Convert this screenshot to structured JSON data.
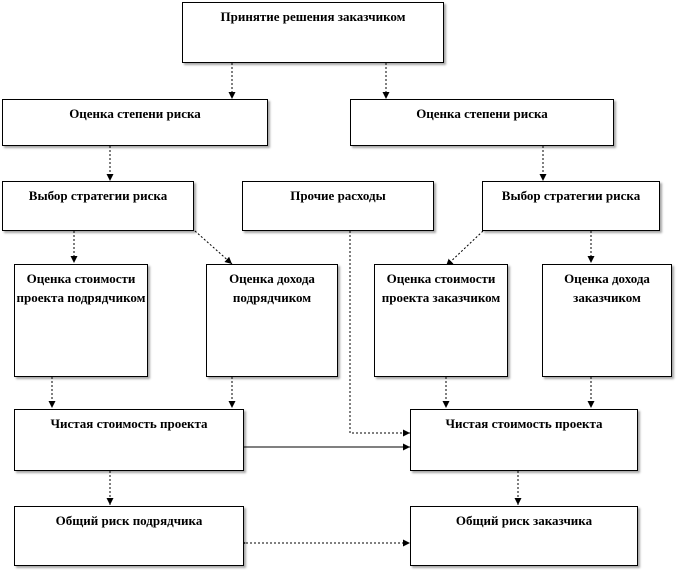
{
  "diagram": {
    "decision": "Принятие решения заказчиком",
    "risk_left": "Оценка степени риска",
    "risk_right": "Оценка степени риска",
    "strategy_left": "Выбор стратегии риска",
    "other_costs": "Прочие расходы",
    "strategy_right": "Выбор стратегии риска",
    "cost_contractor": "Оценка стоимости проекта подрядчиком",
    "income_contractor": "Оценка дохода подрядчиком",
    "cost_customer": "Оценка стоимости проекта заказчиком",
    "income_customer": "Оценка дохода заказчиком",
    "net_cost_left": "Чистая стоимость проекта",
    "net_cost_right": "Чистая стоимость проекта",
    "total_risk_contractor": "Общий риск подрядчика",
    "total_risk_customer": "Общий риск заказчика"
  }
}
